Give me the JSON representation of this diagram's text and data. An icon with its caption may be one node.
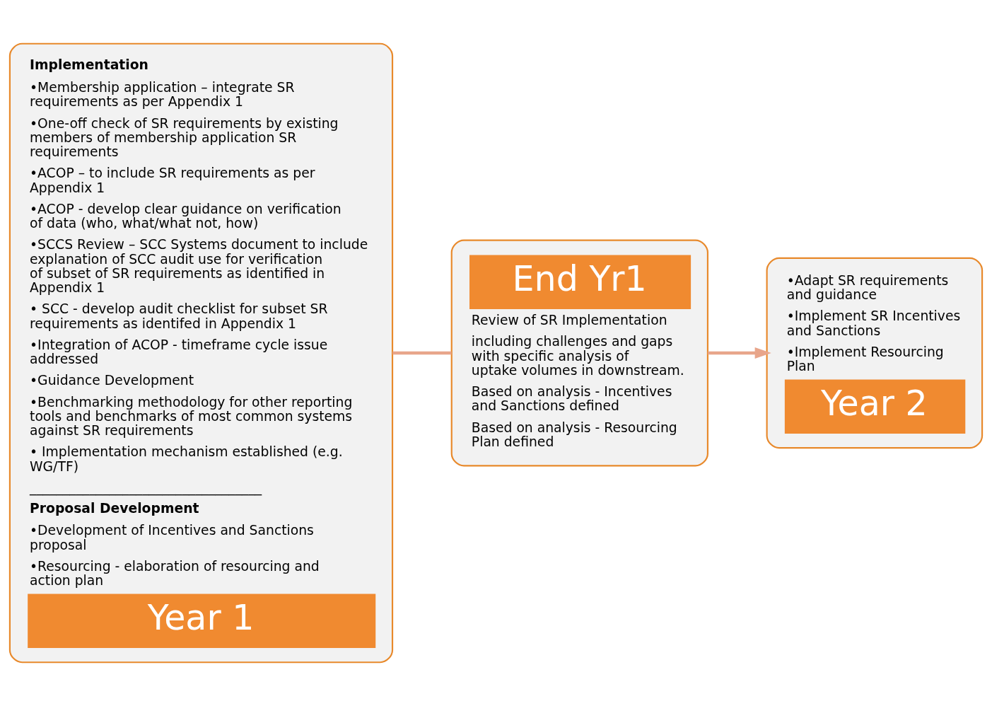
{
  "diagram": {
    "nodes": [
      {
        "text": [
          "Implementation",
          "•Membership application – integrate SR requirements as per Appendix 1",
          "•One-off check of SR requirements by existing members of membership application SR requirements",
          "•ACOP – to include SR requirements as per Appendix 1",
          "•ACOP - develop clear guidance on verification of data (who, what/what not, how)",
          "•SCCS Review – SCC Systems document to include explanation of SCC audit use for verification of subset of SR requirements as identified in Appendix 1",
          "• SCC - develop audit checklist for subset SR requirements as identifed in Appendix 1",
          "•Integration of ACOP - timeframe cycle issue addressed",
          "•Guidance Development",
          "•Benchmarking methodology for other reporting tools and benchmarks of most common systems against SR requirements",
          "• Implementation mechanism established (e.g. WG/TF)",
          "___________________________________",
          "Proposal Development",
          "•Development of Incentives and Sanctions proposal",
          "•Resourcing - elaboration of resourcing and action plan",
          "Year 1"
        ]
      },
      {
        "text": [
          "End Yr1",
          "Review of SR Implementation",
          "including challenges and gaps with specific analysis of uptake volumes in downstream.",
          "Based on analysis - Incentives and Sanctions defined",
          "Based on analysis - Resourcing Plan defined"
        ]
      },
      {
        "text": [
          "•Adapt SR requirements and guidance",
          "•Implement SR Incentives and Sanctions",
          "•Implement Resourcing Plan",
          "Year 2"
        ]
      }
    ],
    "edges": [
      {
        "from": 0,
        "to": 1,
        "arrow": "none"
      },
      {
        "from": 1,
        "to": 2,
        "arrow": "to"
      }
    ]
  }
}
